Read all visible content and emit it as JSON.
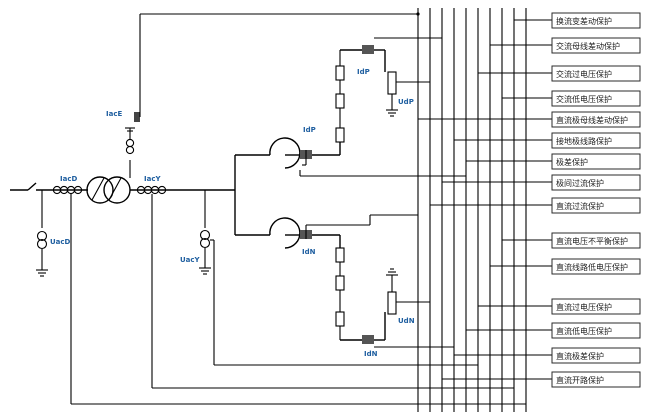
{
  "labels": {
    "IacE": "IacE",
    "IacD": "IacD",
    "IacY": "IacY",
    "UacD": "UacD",
    "UacY": "UacY",
    "IdP": "IdP",
    "IdN": "IdN",
    "UdP": "UdP",
    "UdN": "UdN",
    "IdP_bottom": "IdP",
    "IdN_bottom": "IdN"
  },
  "protections": [
    "换流变差动保护",
    "交流母线差动保护",
    "交流过电压保护",
    "交流低电压保护",
    "直流极母线差动保护",
    "接地极线路保护",
    "极差保护",
    "极间过流保护",
    "直流过流保护",
    "直流电压不平衡保护",
    "直流线路低电压保护",
    "直流过电压保护",
    "直流低电压保护",
    "直流极差保护",
    "直流开路保护"
  ]
}
